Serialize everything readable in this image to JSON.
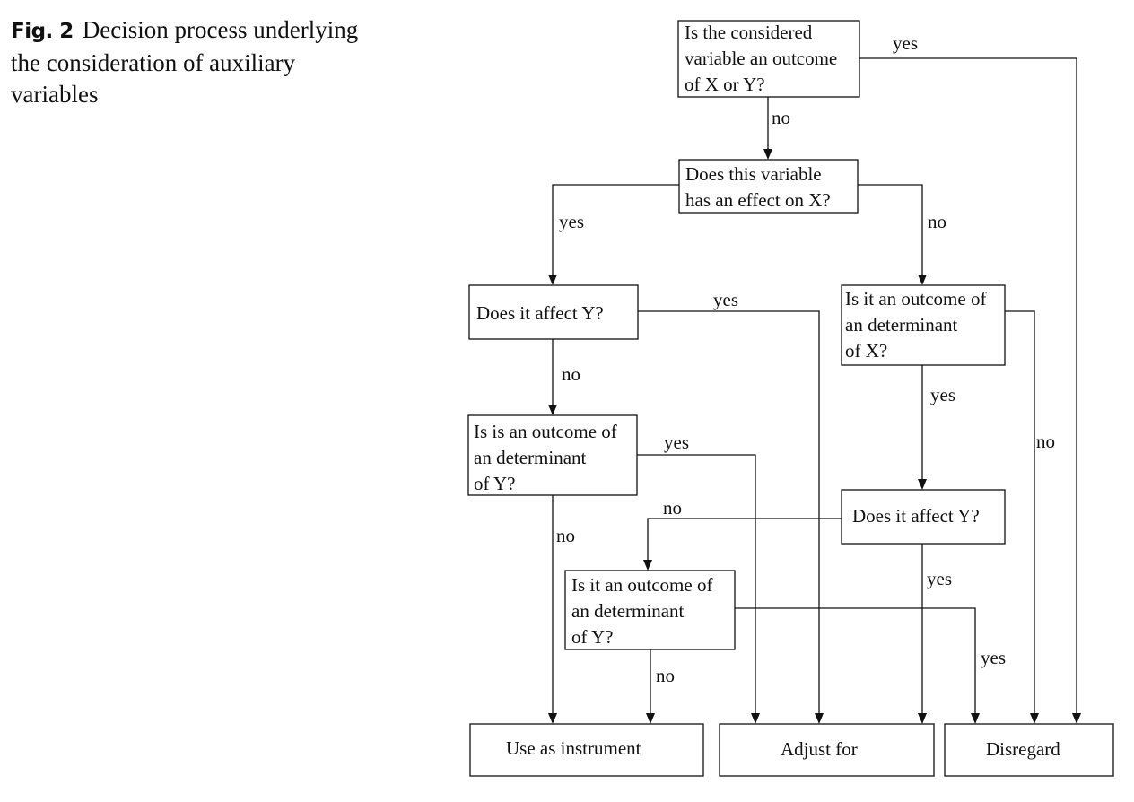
{
  "caption": {
    "fig_label": "Fig. 2",
    "text": "Decision process underlying the consideration of auxiliary variables"
  },
  "nodes": {
    "q_outcome_xy": [
      "Is the considered",
      "variable an outcome",
      "of X or Y?"
    ],
    "q_effect_x": [
      "Does this variable",
      "has an effect on X?"
    ],
    "q_affect_y_left": [
      "Does it affect Y?"
    ],
    "q_outcome_det_x": [
      "Is it an outcome of",
      "an determinant",
      "of X?"
    ],
    "q_outcome_det_y_left": [
      "Is is an outcome of",
      "an determinant",
      "of Y?"
    ],
    "q_affect_y_right": [
      "Does it affect Y?"
    ],
    "q_outcome_det_y_mid": [
      "Is it an outcome of",
      "an determinant",
      "of Y?"
    ],
    "out_instrument": [
      "Use as instrument"
    ],
    "out_adjust": [
      "Adjust for"
    ],
    "out_disregard": [
      "Disregard"
    ]
  },
  "edge_labels": {
    "e1_yes": "yes",
    "e1_no": "no",
    "e2_yes": "yes",
    "e2_no": "no",
    "e3_yes": "yes",
    "e3_no": "no",
    "e4_yes": "yes",
    "e4_no": "no",
    "e5_yes": "yes",
    "e5_no": "no",
    "e6_no": "no",
    "e6_yes": "yes",
    "e7_yes": "yes",
    "e7_no": "no"
  }
}
